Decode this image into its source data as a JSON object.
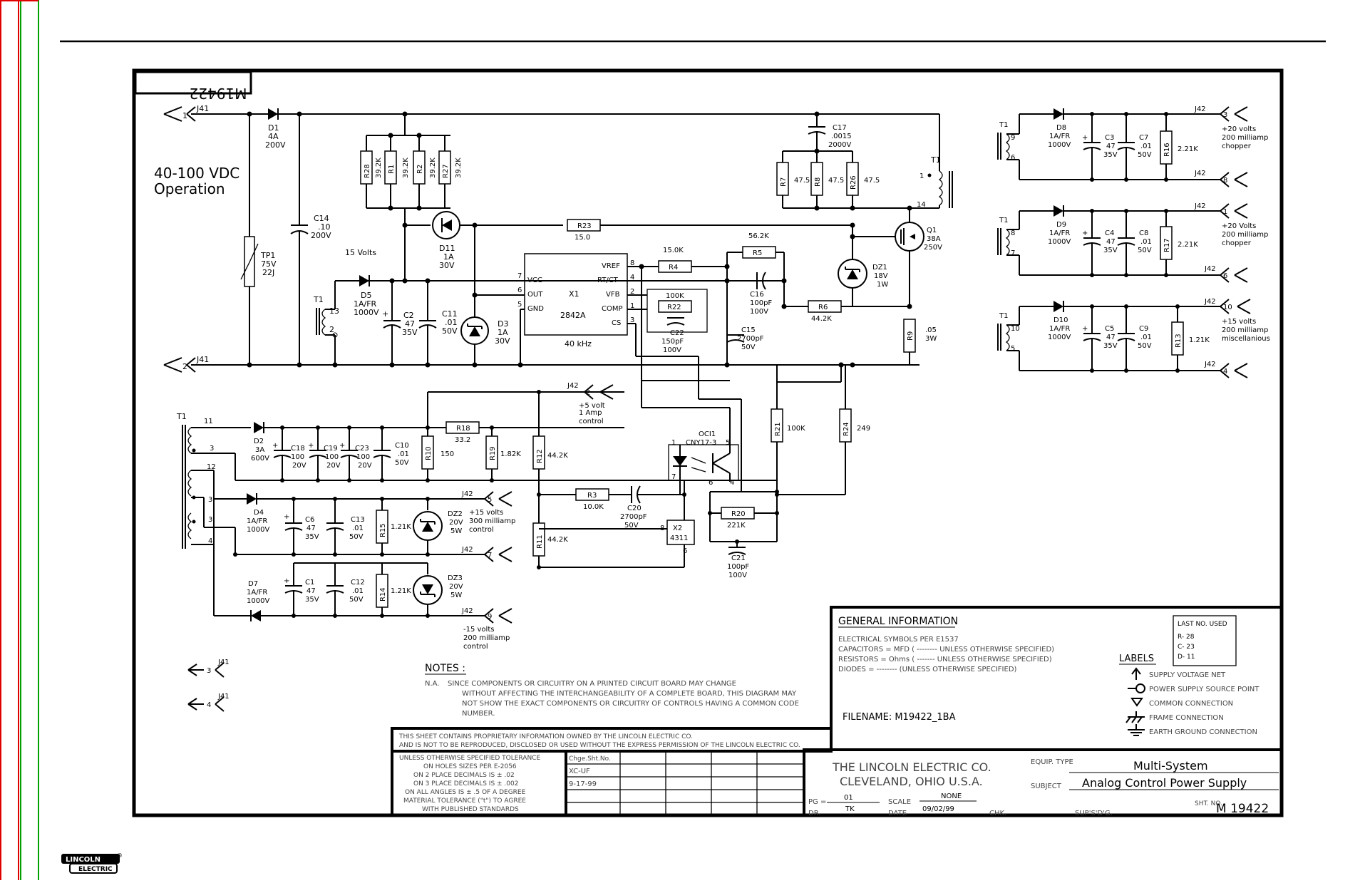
{
  "sheet": {
    "drawing_id": "M19422",
    "heading": "40-100 VDC",
    "heading2": "Operation",
    "voltage_15": "15  Volts"
  },
  "components": {
    "d1": [
      "D1",
      "4A",
      "200V"
    ],
    "d5": [
      "D5",
      "1A/FR",
      "1000V"
    ],
    "d11": [
      "D11",
      "1A",
      "30V"
    ],
    "d3": [
      "D3",
      "1A",
      "30V"
    ],
    "tp1": [
      "TP1",
      "75V",
      "22J"
    ],
    "c14": [
      "C14",
      ".10",
      "200V"
    ],
    "c2": [
      "C2",
      "47",
      "35V"
    ],
    "c11": [
      "C11",
      ".01",
      "50V"
    ],
    "c17": [
      "C17",
      ".0015",
      "2000V"
    ],
    "r28": [
      "R28",
      "39.2K"
    ],
    "r1": [
      "R1",
      "39.2K"
    ],
    "r2": [
      "R2",
      "39.2K"
    ],
    "r27": [
      "R27",
      "39.2K"
    ],
    "r7": [
      "R7",
      "47.5"
    ],
    "r8": [
      "R8",
      "47.5"
    ],
    "r26": [
      "R26",
      "47.5"
    ],
    "r23": [
      "R23",
      "15.0"
    ],
    "r4": [
      "R4",
      "15.0K"
    ],
    "r5": [
      "R5",
      "56.2K"
    ],
    "r22": [
      "R22",
      "100K"
    ],
    "r6": [
      "R6",
      "44.2K"
    ],
    "r9": [
      "R9",
      ".05",
      "3W"
    ],
    "c16": [
      "C16",
      "100pF",
      "100V"
    ],
    "c22": [
      "C22",
      "150pF",
      "100V"
    ],
    "c15": [
      "C15",
      "2700pF",
      "50V"
    ],
    "x1": [
      "X1",
      "2842A",
      "40 kHz"
    ],
    "x1_pins": [
      "VCC",
      "OUT",
      "GND",
      "VREF",
      "RT/CT",
      "VFB",
      "COMP",
      "CS"
    ],
    "x1_pin_nums": [
      "7",
      "6",
      "5",
      "8",
      "4",
      "2",
      "1",
      "3"
    ],
    "q1": [
      "Q1",
      "38A",
      "250V"
    ],
    "dz1": [
      "DZ1",
      "18V",
      "1W"
    ],
    "t1": "T1",
    "t1_pins": [
      "1",
      "14",
      "13",
      "2"
    ],
    "d2": [
      "D2",
      "3A",
      "600V"
    ],
    "c18": [
      "C18",
      "100",
      "20V"
    ],
    "c19": [
      "C19",
      "100",
      "20V"
    ],
    "c23": [
      "C23",
      "100",
      "20V"
    ],
    "c10": [
      "C10",
      ".01",
      "50V"
    ],
    "r18": [
      "R18",
      "33.2"
    ],
    "r10": [
      "R10",
      "150"
    ],
    "r19": [
      "R19",
      "1.82K"
    ],
    "r12": [
      "R12",
      "44.2K"
    ],
    "r11": [
      "R11",
      "44.2K"
    ],
    "r3": [
      "R3",
      "10.0K"
    ],
    "c20": [
      "C20",
      "2700pF",
      "50V"
    ],
    "x2": [
      "X2",
      "4311"
    ],
    "oci1": [
      "OCI1",
      "CNY17-3"
    ],
    "r20": [
      "R20",
      "221K"
    ],
    "c21": [
      "C21",
      "100pF",
      "100V"
    ],
    "r21": [
      "R21",
      "100K"
    ],
    "r24": [
      "R24",
      "249"
    ],
    "d4": [
      "D4",
      "1A/FR",
      "1000V"
    ],
    "c6": [
      "C6",
      "47",
      "35V"
    ],
    "c13": [
      "C13",
      ".01",
      "50V"
    ],
    "r15": [
      "R15",
      "1.21K"
    ],
    "dz2": [
      "DZ2",
      "20V",
      "5W"
    ],
    "d7": [
      "D7",
      "1A/FR",
      "1000V"
    ],
    "c1": [
      "C1",
      "47",
      "35V"
    ],
    "c12": [
      "C12",
      ".01",
      "50V"
    ],
    "r14": [
      "R14",
      "1.21K"
    ],
    "dz3": [
      "DZ3",
      "20V",
      "5W"
    ],
    "d8": [
      "D8",
      "1A/FR",
      "1000V"
    ],
    "c3": [
      "C3",
      "47",
      "35V"
    ],
    "c7": [
      "C7",
      ".01",
      "50V"
    ],
    "r16": [
      "R16",
      "2.21K"
    ],
    "d9": [
      "D9",
      "1A/FR",
      "1000V"
    ],
    "c4": [
      "C4",
      "47",
      "35V"
    ],
    "c8": [
      "C8",
      ".01",
      "50V"
    ],
    "r17": [
      "R17",
      "2.21K"
    ],
    "d10": [
      "D10",
      "1A/FR",
      "1000V"
    ],
    "c5": [
      "C5",
      "47",
      "35V"
    ],
    "c9": [
      "C9",
      ".01",
      "50V"
    ],
    "r13": [
      "R13",
      "1.21K"
    ]
  },
  "connectors": {
    "j41": "J41",
    "j42": "J42"
  },
  "outputs": {
    "o2": [
      "+5 volt",
      "1 Amp",
      "control"
    ],
    "o5": [
      "+15 volts",
      "300 milliamp",
      "control"
    ],
    "o9": [
      "-15 volts",
      "200 milliamp",
      "control"
    ],
    "o3": [
      "+20 volts",
      "200 milliamp",
      "chopper"
    ],
    "o1": [
      "+20 Volts",
      "200 milliamp",
      "chopper"
    ],
    "o10": [
      "+15 volts",
      "200 milliamp",
      "miscellanious"
    ]
  },
  "notes": {
    "title": "NOTES :",
    "na": "N.A.",
    "lines": [
      "SINCE COMPONENTS OR CIRCUITRY ON A PRINTED CIRCUIT BOARD MAY CHANGE",
      "WITHOUT AFFECTING THE INTERCHANGEABILITY OF A COMPLETE BOARD, THIS DIAGRAM MAY",
      "NOT SHOW THE EXACT COMPONENTS OR CIRCUITRY OF CONTROLS HAVING A COMMON CODE",
      "NUMBER."
    ]
  },
  "general": {
    "title": "GENERAL INFORMATION",
    "l1": "ELECTRICAL SYMBOLS PER E1537",
    "l2a": "CAPACITORS =   MFD  (   --------   UNLESS OTHERWISE SPECIFIED)",
    "l3a": "RESISTORS = Ohms (   -------  UNLESS OTHERWISE SPECIFIED)",
    "l4a": "DIODES =        --------      (UNLESS OTHERWISE SPECIFIED)",
    "filename": "FILENAME: M19422_1BA",
    "last_no": [
      "LAST NO. USED",
      "R- 28",
      "C- 23",
      "D- 11"
    ],
    "labels_title": "LABELS",
    "labels": [
      "SUPPLY VOLTAGE NET",
      "POWER SUPPLY SOURCE POINT",
      "COMMON CONNECTION",
      "FRAME CONNECTION",
      "EARTH GROUND CONNECTION"
    ]
  },
  "proprietary": [
    "THIS SHEET CONTAINS PROPRIETARY INFORMATION OWNED BY        THE LINCOLN ELECTRIC CO.",
    "AND IS NOT TO BE REPRODUCED, DISCLOSED OR USED WITHOUT THE EXPRESS PERMISSION OF      THE LINCOLN ELECTRIC CO."
  ],
  "tolerance": [
    "UNLESS OTHERWISE SPECIFIED TOLERANCE",
    "ON HOLES SIZES PER E-2056",
    "ON 2 PLACE DECIMALS IS ± .02",
    "ON 3 PLACE DECIMALS IS ± .002",
    "ON ALL ANGLES IS ± .5 OF A DEGREE",
    "MATERIAL TOLERANCE (\"t\") TO AGREE",
    "WITH PUBLISHED STANDARDS"
  ],
  "revisions": {
    "header": "Chge.Sht.No.",
    "r1": "XC-UF",
    "r2": "9-17-99"
  },
  "titleblock": {
    "company1": "THE LINCOLN ELECTRIC CO.",
    "company2": "CLEVELAND, OHIO U.S.A.",
    "equip_type_label": "EQUIP. TYPE",
    "equip_type": "Multi-System",
    "subject_label": "SUBJECT",
    "subject": "Analog Control Power Supply",
    "pg_label": "PG =",
    "pg": "01",
    "scale_label": "SCALE",
    "scale": "NONE",
    "dr_label": "DR.",
    "dr": "TK",
    "date_label": "DATE",
    "date": "09/02/99",
    "chk_label": "CHK.",
    "supsd_label": "SUP'S'D'G.",
    "sht_label": "SHT. NO.",
    "sht_no": "M  19422"
  },
  "logo": {
    "top": "LINCOLN",
    "bottom": "ELECTRIC",
    "reg": "®"
  },
  "colors": {
    "red_margin": "#e00000",
    "green_margin": "#00a000",
    "ink": "#000000"
  }
}
